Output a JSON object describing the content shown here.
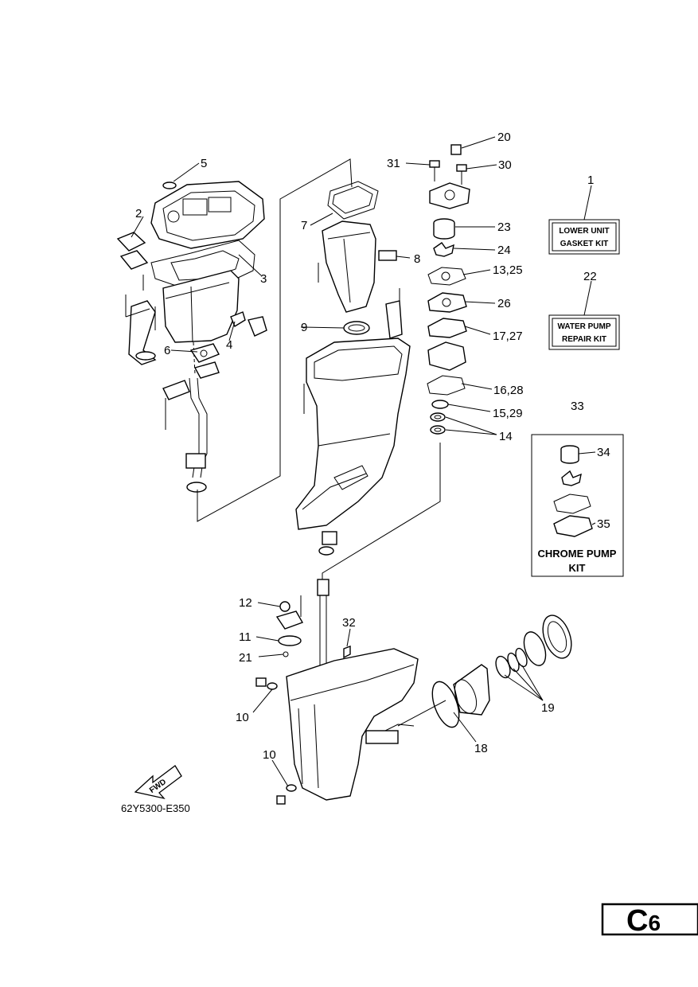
{
  "diagram": {
    "callouts": {
      "c1": "1",
      "c2": "2",
      "c3": "3",
      "c4": "4",
      "c5": "5",
      "c6": "6",
      "c7": "7",
      "c8": "8",
      "c9": "9",
      "c10a": "10",
      "c10b": "10",
      "c11": "11",
      "c12": "12",
      "c13_25": "13,25",
      "c14": "14",
      "c15_29": "15,29",
      "c16_28": "16,28",
      "c17_27": "17,27",
      "c18": "18",
      "c19": "19",
      "c20": "20",
      "c21": "21",
      "c22": "22",
      "c23": "23",
      "c24": "24",
      "c26": "26",
      "c30": "30",
      "c31": "31",
      "c32": "32",
      "c33": "33",
      "c34": "34",
      "c35": "35"
    },
    "kits": {
      "lower_unit_line1": "LOWER UNIT",
      "lower_unit_line2": "GASKET KIT",
      "water_pump_line1": "WATER PUMP",
      "water_pump_line2": "REPAIR KIT",
      "chrome_pump_line1": "CHROME PUMP",
      "chrome_pump_line2": "KIT"
    },
    "fwd_label": "FWD",
    "drawing_code": "62Y5300-E350",
    "page_code": {
      "letter": "C",
      "number": "6"
    }
  }
}
